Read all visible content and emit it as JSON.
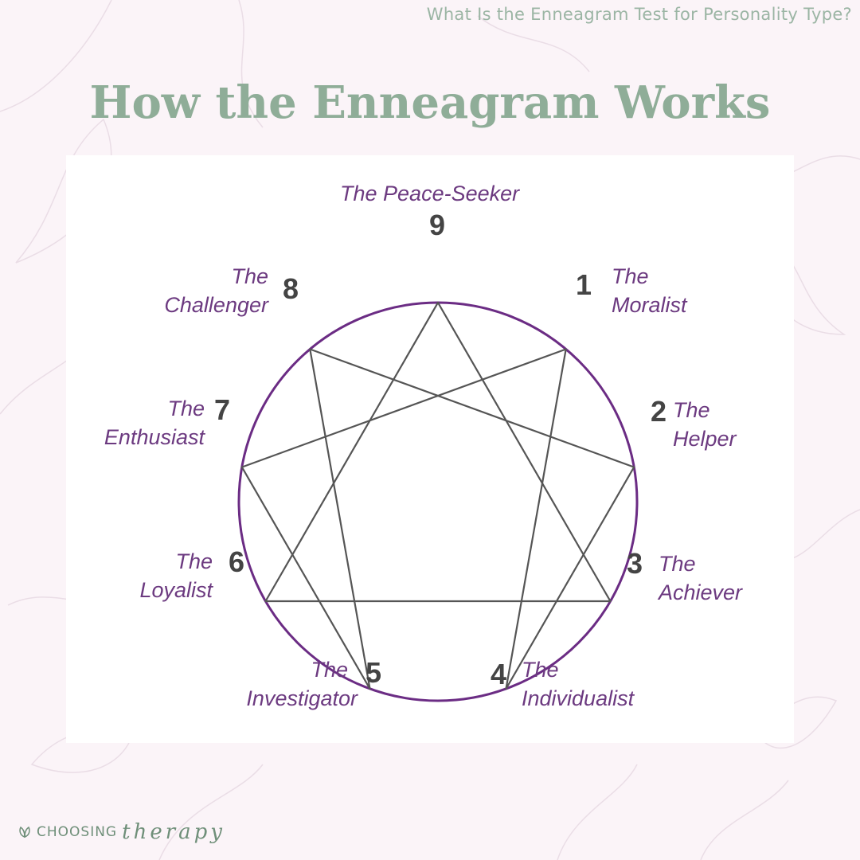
{
  "caption": "What Is the Enneagram Test for Personality Type?",
  "headline": "How the Enneagram Works",
  "diagram": {
    "types": [
      {
        "number": "9",
        "line1": "The Peace-Seeker",
        "line2": ""
      },
      {
        "number": "1",
        "line1": "The",
        "line2": "Moralist"
      },
      {
        "number": "2",
        "line1": "The",
        "line2": "Helper"
      },
      {
        "number": "3",
        "line1": "The",
        "line2": "Achiever"
      },
      {
        "number": "4",
        "line1": "The",
        "line2": "Individualist"
      },
      {
        "number": "5",
        "line1": "The",
        "line2": "Investigator"
      },
      {
        "number": "6",
        "line1": "The",
        "line2": "Loyalist"
      },
      {
        "number": "7",
        "line1": "The",
        "line2": "Enthusiast"
      },
      {
        "number": "8",
        "line1": "The",
        "line2": "Challenger"
      }
    ],
    "triangle": [
      "9",
      "3",
      "6"
    ],
    "hexad": [
      "1",
      "4",
      "2",
      "8",
      "5",
      "7"
    ],
    "circle_color": "#6b2c84",
    "line_color": "#555555",
    "label_color": "#6c3a80"
  },
  "brand": {
    "name": "CHOOSING",
    "script": "therapy",
    "icon": "leaf-icon"
  }
}
